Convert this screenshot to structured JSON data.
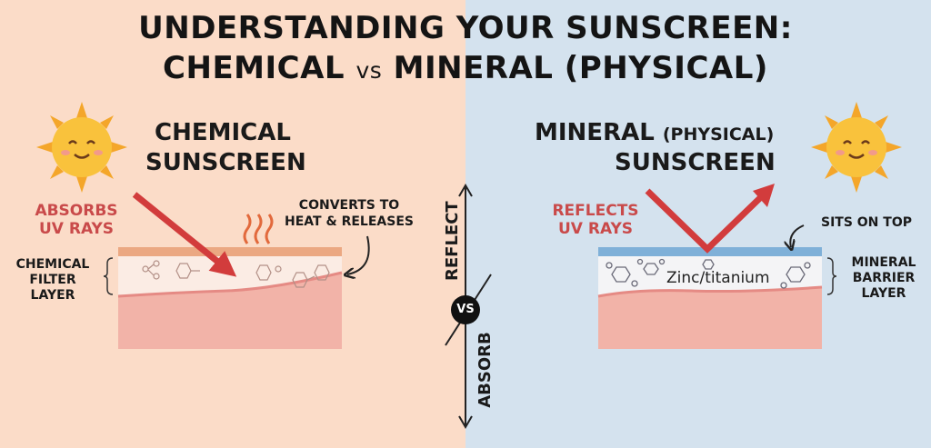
{
  "title": {
    "line1": "UNDERSTANDING YOUR SUNSCREEN:",
    "line2_a": "CHEMICAL",
    "line2_vs": "vs",
    "line2_b": "MINERAL (PHYSICAL)"
  },
  "chemical": {
    "heading_1": "CHEMICAL",
    "heading_2": "SUNSCREEN",
    "absorbs_1": "ABSORBS",
    "absorbs_2": "UV RAYS",
    "converts_1": "CONVERTS TO",
    "converts_2": "HEAT & RELEASES",
    "filter_1": "CHEMICAL",
    "filter_2": "FILTER",
    "filter_3": "LAYER"
  },
  "mineral": {
    "heading_1": "MINERAL",
    "heading_paren": "(PHYSICAL)",
    "heading_2": "SUNSCREEN",
    "reflects_1": "REFLECTS",
    "reflects_2": "UV RAYS",
    "sits": "SITS ON TOP",
    "barrier_1": "MINERAL",
    "barrier_2": "BARRIER",
    "barrier_3": "LAYER",
    "zinc": "Zinc/titanium"
  },
  "center": {
    "reflect": "REFLECT",
    "vs": "VS",
    "absorb": "ABSORB"
  },
  "colors": {
    "left_bg": "#fbdcc8",
    "right_bg": "#d4e2ee",
    "arrow_red": "#d23c3c",
    "label_red": "#c94a4a",
    "skin": "#f2b3a8",
    "sun": "#f9c23c"
  }
}
